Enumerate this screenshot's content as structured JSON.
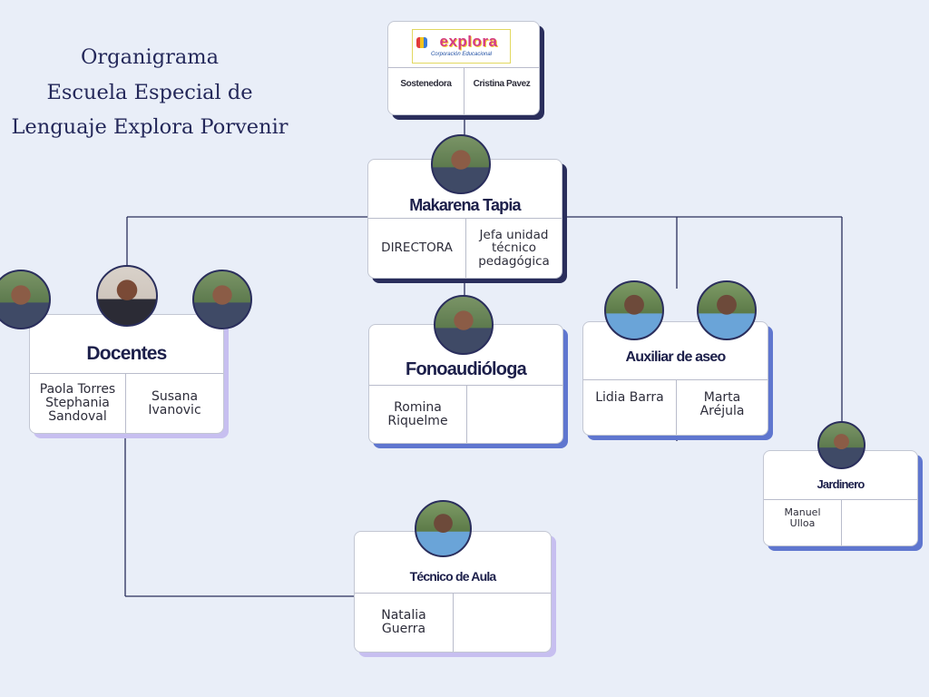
{
  "title_lines": [
    "Organigrama",
    "Escuela Especial de",
    "Lenguaje Explora Porvenir"
  ],
  "logo": {
    "brand": "explora",
    "tagline": "Corporación Educacional"
  },
  "sostenedora": {
    "role": "Sostenedora",
    "name": "Cristina Pavez"
  },
  "director": {
    "name": "Makarena Tapia",
    "role": "DIRECTORA",
    "role2": "Jefa unidad\ntécnico\npedagógica"
  },
  "docentes": {
    "title": "Docentes",
    "col1": "Paola Torres\nStephania\nSandoval",
    "col2": "Susana\nIvanovic"
  },
  "fonoaudiologa": {
    "title": "Fonoaudióloga",
    "col1": "Romina\nRiquelme"
  },
  "auxiliar": {
    "title": "Auxiliar de aseo",
    "col1": "Lidia Barra",
    "col2": "Marta\nAréjula"
  },
  "jardinero": {
    "title": "Jardinero",
    "col1": "Manuel\nUlloa"
  },
  "tecnico": {
    "title": "Técnico de Aula",
    "col1": "Natalia\nGuerra"
  },
  "colors": {
    "background": "#e9eef8",
    "navy": "#2a2e5c",
    "blue_shadow": "#5f76cf",
    "lavender_shadow": "#c7bff0"
  }
}
